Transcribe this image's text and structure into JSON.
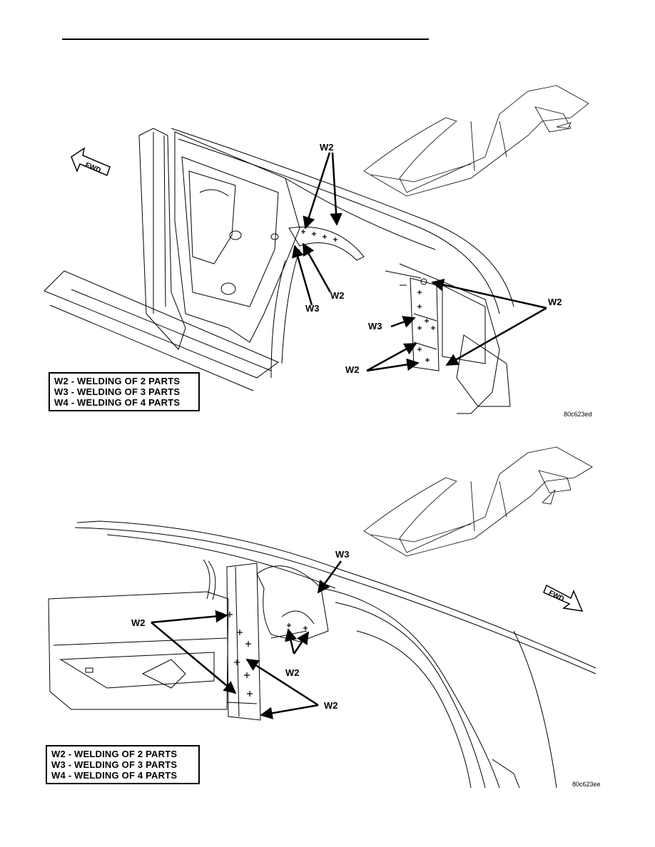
{
  "figures": [
    {
      "labels": {
        "w2_top": "W2",
        "w2_mid": "W2",
        "w3_left": "W3",
        "w2_right": "W2",
        "w3_right": "W3",
        "w2_bottom": "W2",
        "fwd": "FWD"
      },
      "legend": [
        "W2 - WELDING OF 2 PARTS",
        "W3 - WELDING OF 3 PARTS",
        "W4 - WELDING OF 4 PARTS"
      ],
      "figure_id": "80c623ed"
    },
    {
      "labels": {
        "w3_top": "W3",
        "w2_left": "W2",
        "w2_mid": "W2",
        "w2_right": "W2",
        "fwd": "FWD"
      },
      "legend": [
        "W2 - WELDING OF 2 PARTS",
        "W3 - WELDING OF 3 PARTS",
        "W4 - WELDING OF 4 PARTS"
      ],
      "figure_id": "80c623ee"
    }
  ],
  "colors": {
    "line": "#000000",
    "background": "#ffffff"
  }
}
